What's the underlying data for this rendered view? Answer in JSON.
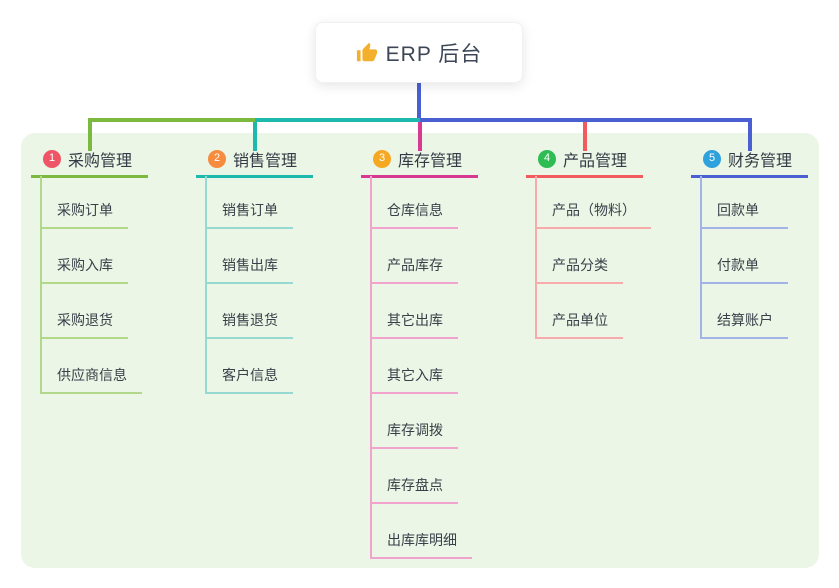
{
  "root": {
    "label": "ERP 后台",
    "icon": "thumbs-up-icon",
    "icon_color": "#f2b02c"
  },
  "panel_color": "#ebf6e6",
  "connector_color": "#4a60d2",
  "branches": [
    {
      "num": "1",
      "label": "采购管理",
      "badge_color": "#ee5566",
      "line_color": "#7cb93f",
      "light_color": "#b2d98b",
      "children": [
        "采购订单",
        "采购入库",
        "采购退货",
        "供应商信息"
      ]
    },
    {
      "num": "2",
      "label": "销售管理",
      "badge_color": "#f68c3e",
      "line_color": "#1db9ac",
      "light_color": "#96d9d1",
      "children": [
        "销售订单",
        "销售出库",
        "销售退货",
        "客户信息"
      ]
    },
    {
      "num": "3",
      "label": "库存管理",
      "badge_color": "#f7a823",
      "line_color": "#d83a92",
      "light_color": "#efa3cd",
      "children": [
        "仓库信息",
        "产品库存",
        "其它出库",
        "其它入库",
        "库存调拨",
        "库存盘点",
        "出库库明细"
      ]
    },
    {
      "num": "4",
      "label": "产品管理",
      "badge_color": "#2ebc53",
      "line_color": "#f25a5e",
      "light_color": "#f8abab",
      "children": [
        "产品（物料）",
        "产品分类",
        "产品单位"
      ]
    },
    {
      "num": "5",
      "label": "财务管理",
      "badge_color": "#2ea2dc",
      "line_color": "#4a60d2",
      "light_color": "#a2b3e8",
      "children": [
        "回款单",
        "付款单",
        "结算账户"
      ]
    }
  ]
}
